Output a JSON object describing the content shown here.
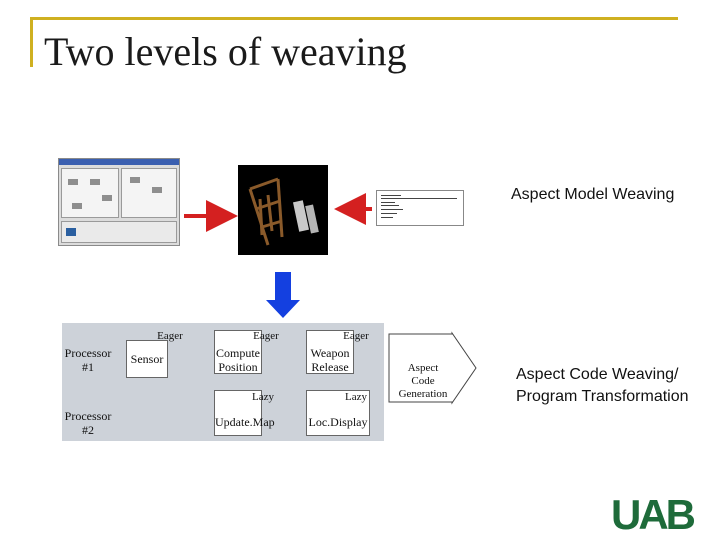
{
  "slide": {
    "title": "Two levels of weaving"
  },
  "labels": {
    "aspect_model_weaving": "Aspect Model Weaving",
    "aspect_code_weaving_line1": "Aspect Code Weaving/",
    "aspect_code_weaving_line2": "Program Transformation"
  },
  "diagram": {
    "processor1": [
      "Processor",
      "#1"
    ],
    "processor2": [
      "Processor",
      "#2"
    ],
    "nodes": {
      "sensor": "Sensor",
      "compute_position": [
        "Compute",
        "Position"
      ],
      "weapon_release": [
        "Weapon",
        "Release"
      ],
      "update_map": "Update.Map",
      "loc_display": "Loc.Display"
    },
    "modes": {
      "eager": "Eager",
      "lazy": "Lazy"
    },
    "aspect_code_generation": [
      "Aspect",
      "Code",
      "Generation"
    ]
  },
  "logo": {
    "text": "UAB"
  },
  "colors": {
    "title_rule": "#cfb020",
    "red_arrow": "#d42020",
    "blue_arrow": "#1440e0",
    "panel_grey": "#cdd2d9",
    "logo_green": "#1e6b3a"
  },
  "icons": {
    "screenshot": "modeling-tool-screenshot",
    "render": "3d-weapon-render",
    "document": "code-document-thumbnail"
  }
}
